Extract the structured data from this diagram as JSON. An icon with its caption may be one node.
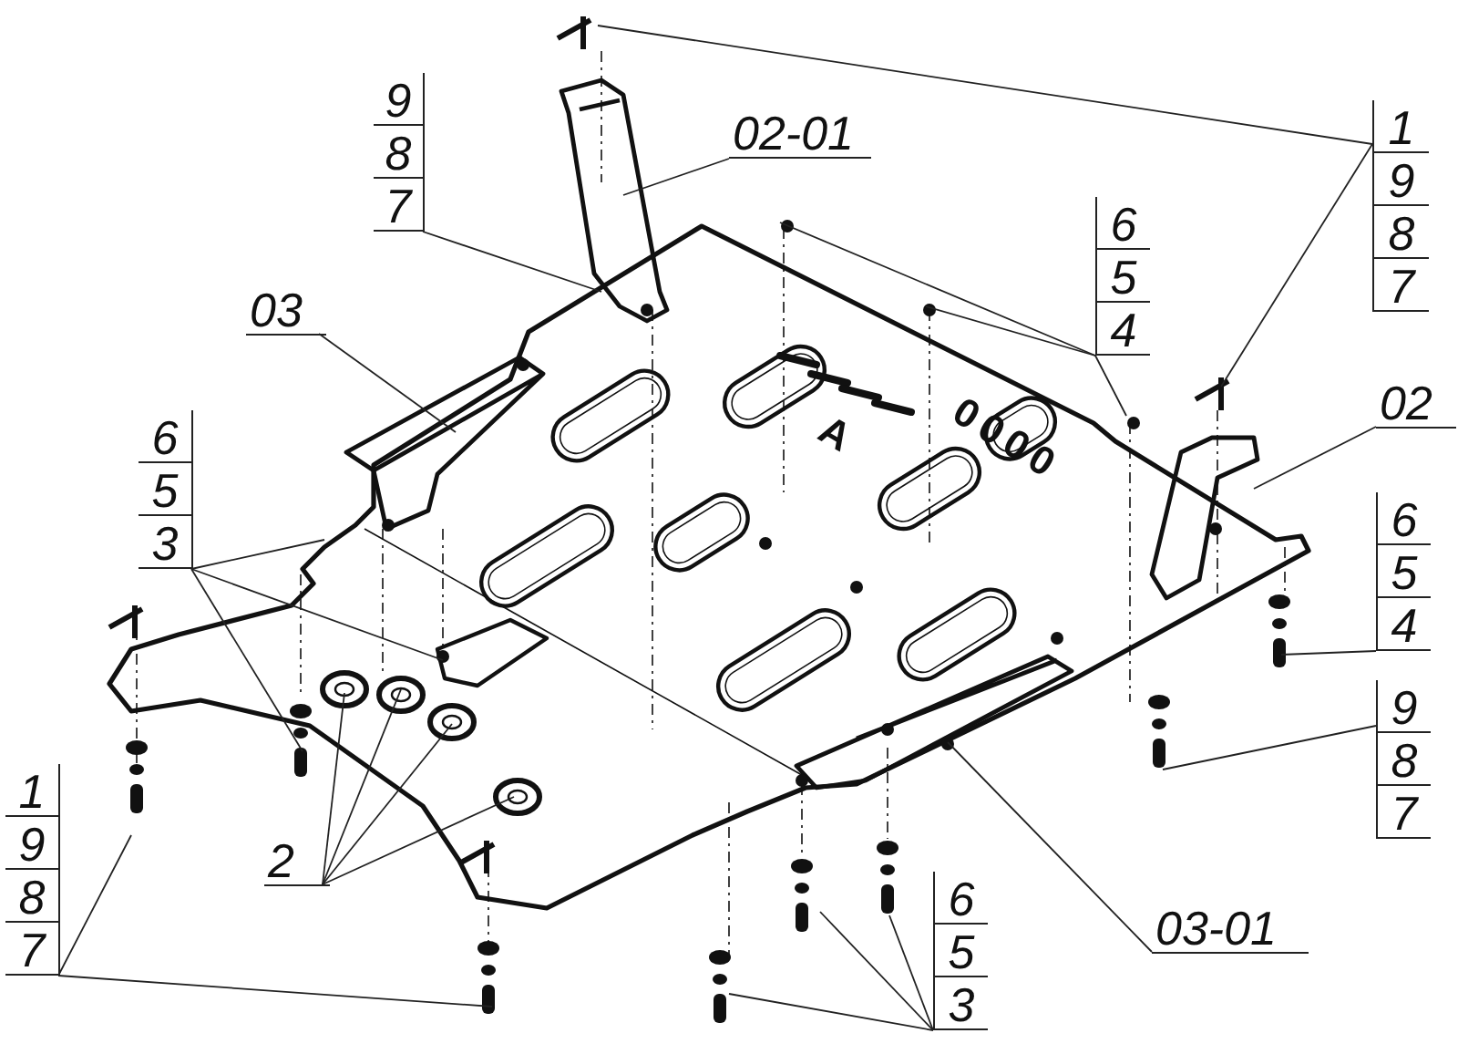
{
  "diagram": {
    "nodes": [
      {
        "text": [
          "9",
          "8",
          "7"
        ]
      },
      {
        "text": [
          "02-01"
        ]
      },
      {
        "text": [
          "1",
          "9",
          "8",
          "7"
        ]
      },
      {
        "text": [
          "6",
          "5",
          "4"
        ]
      },
      {
        "text": [
          "03"
        ]
      },
      {
        "text": [
          "02"
        ]
      },
      {
        "text": [
          "6",
          "5",
          "3"
        ]
      },
      {
        "text": [
          "6",
          "5",
          "4"
        ]
      },
      {
        "text": [
          "9",
          "8",
          "7"
        ]
      },
      {
        "text": [
          "1",
          "9",
          "8",
          "7"
        ]
      },
      {
        "text": [
          "2"
        ]
      },
      {
        "text": [
          "03-01"
        ]
      },
      {
        "text": [
          "6",
          "5",
          "3"
        ]
      }
    ],
    "edges": [
      {
        "from": 0,
        "to": null,
        "arrow": "none"
      },
      {
        "from": 1,
        "to": null,
        "arrow": "none"
      },
      {
        "from": 2,
        "to": null,
        "arrow": "none"
      },
      {
        "from": 2,
        "to": null,
        "arrow": "none"
      },
      {
        "from": 3,
        "to": null,
        "arrow": "none"
      },
      {
        "from": 3,
        "to": null,
        "arrow": "none"
      },
      {
        "from": 3,
        "to": null,
        "arrow": "none"
      },
      {
        "from": 4,
        "to": null,
        "arrow": "none"
      },
      {
        "from": 5,
        "to": null,
        "arrow": "none"
      },
      {
        "from": 6,
        "to": null,
        "arrow": "none"
      },
      {
        "from": 6,
        "to": null,
        "arrow": "none"
      },
      {
        "from": 6,
        "to": null,
        "arrow": "none"
      },
      {
        "from": 7,
        "to": null,
        "arrow": "none"
      },
      {
        "from": 8,
        "to": null,
        "arrow": "none"
      },
      {
        "from": 9,
        "to": null,
        "arrow": "none"
      },
      {
        "from": 9,
        "to": null,
        "arrow": "none"
      },
      {
        "from": 10,
        "to": null,
        "arrow": "none"
      },
      {
        "from": 10,
        "to": null,
        "arrow": "none"
      },
      {
        "from": 10,
        "to": null,
        "arrow": "none"
      },
      {
        "from": 10,
        "to": null,
        "arrow": "none"
      },
      {
        "from": 11,
        "to": null,
        "arrow": "none"
      },
      {
        "from": 12,
        "to": null,
        "arrow": "none"
      },
      {
        "from": 12,
        "to": null,
        "arrow": "none"
      },
      {
        "from": 12,
        "to": null,
        "arrow": "none"
      }
    ],
    "labels": [
      "A",
      "0000"
    ]
  }
}
